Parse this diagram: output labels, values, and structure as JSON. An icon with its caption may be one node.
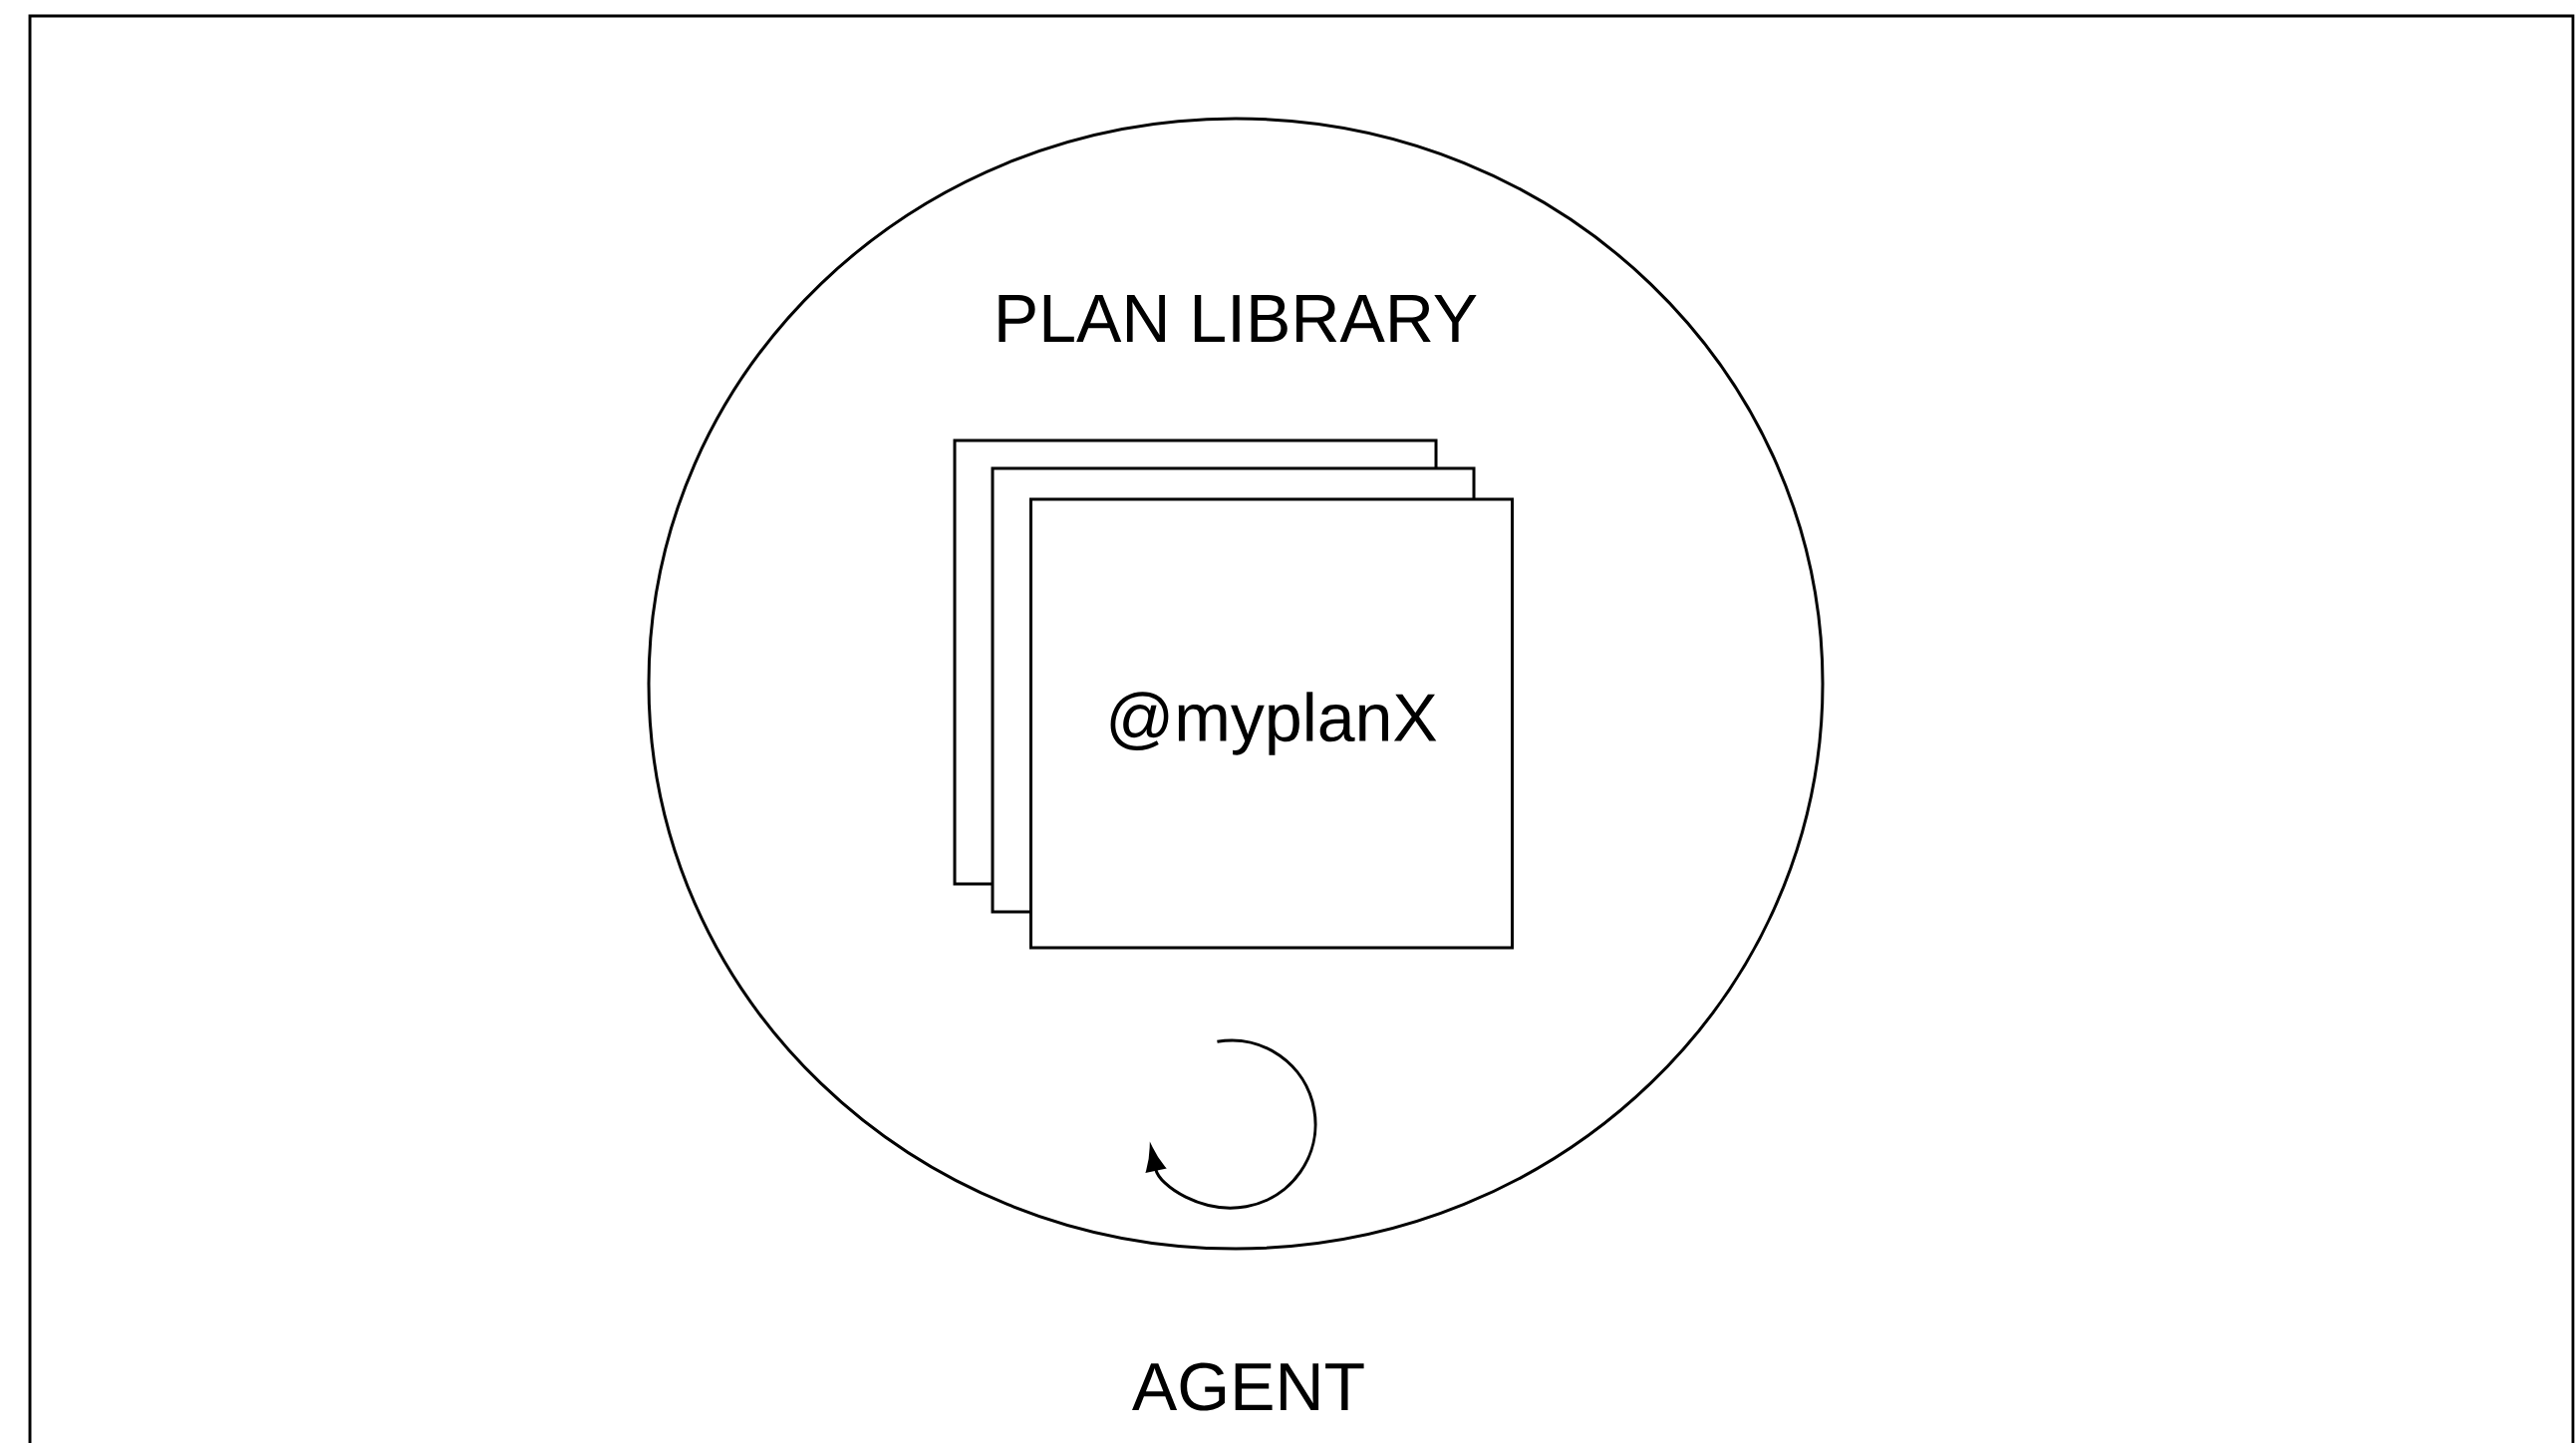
{
  "diagram": {
    "nodes": [
      {
        "text": [
          "AGENT"
        ]
      },
      {
        "text": [
          "PLAN LIBRARY"
        ],
        "in": 0
      },
      {
        "text": [
          "@myplanX"
        ],
        "in": 1
      }
    ],
    "edges": []
  }
}
